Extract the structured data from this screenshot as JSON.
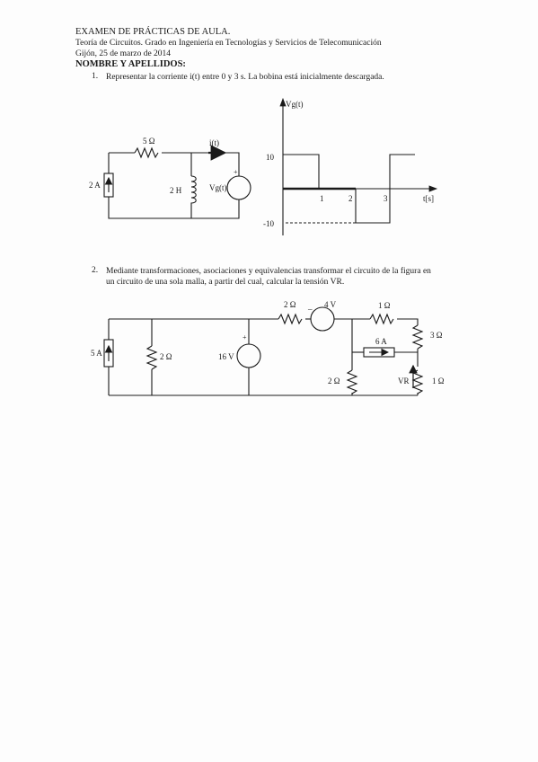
{
  "header": {
    "line1": "EXAMEN DE PRÁCTICAS DE AULA.",
    "line2": "Teoría de Circuitos. Grado en Ingeniería en Tecnologías y Servicios de Telecomunicación",
    "line3": "Gijón, 25 de marzo de 2014",
    "line4": "NOMBRE Y APELLIDOS:"
  },
  "q1": {
    "number": "1.",
    "text": "Representar la corriente i(t) entre 0 y 3 s. La bobina está inicialmente descargada.",
    "circuit": {
      "resistor": "5 Ω",
      "current_label": "i(t)",
      "source_current": "2 A",
      "inductor": "2 H",
      "voltage_source": "Vg(t)",
      "plus": "+"
    },
    "graph": {
      "ylabel": "Vg(t)",
      "xlabel": "t[s]",
      "y_high": "10",
      "y_low": "-10",
      "x1": "1",
      "x2": "2",
      "x3": "3"
    }
  },
  "q2": {
    "number": "2.",
    "text_line1": "Mediante transformaciones, asociaciones y equivalencias transformar el circuito de la figura en",
    "text_line2": "un circuito de una sola malla, a partir del cual, calcular la tensión VR.",
    "circuit": {
      "source_5a": "5 A",
      "r_2ohm_left": "2 Ω",
      "source_16v": "16 V",
      "plus": "+",
      "r_2ohm_top": "2 Ω",
      "minus": "_",
      "source_4v": "4 V",
      "r_1ohm_top": "1 Ω",
      "r_3ohm": "3 Ω",
      "source_6a": "6 A",
      "r_2ohm_mid": "2 Ω",
      "vr": "VR",
      "r_1ohm_right": "1 Ω"
    }
  }
}
